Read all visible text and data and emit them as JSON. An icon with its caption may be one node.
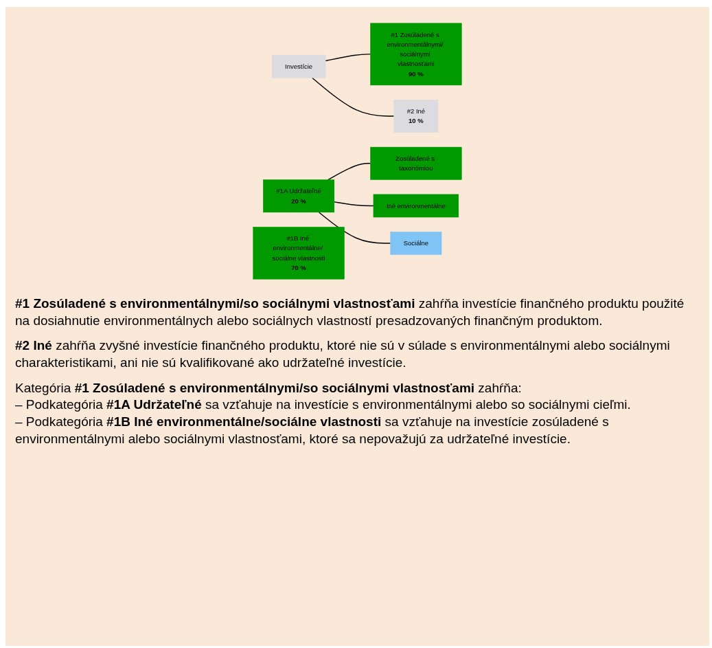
{
  "diagram": {
    "nodes": [
      {
        "text": [
          "Investície"
        ]
      },
      {
        "text": [
          "#1 Zosúladené s environmentálnymi/ sociálnymi vlastnosťami",
          "90 %"
        ]
      },
      {
        "text": [
          "#2 Iné",
          "10 %"
        ]
      },
      {
        "text": [
          "#1A Udržateľné",
          "20 %"
        ]
      },
      {
        "text": [
          "#1B Iné environmentálne/ sociálne vlastnosti",
          "70 %"
        ]
      },
      {
        "text": [
          "Zosúladené s taxonómiou"
        ]
      },
      {
        "text": [
          "Iné environmentálne"
        ]
      },
      {
        "text": [
          "Sociálne"
        ]
      }
    ],
    "edges": [
      {
        "from": 0,
        "to": 1,
        "arrow": "none"
      },
      {
        "from": 0,
        "to": 2,
        "arrow": "none"
      },
      {
        "from": 3,
        "to": 5,
        "arrow": "none"
      },
      {
        "from": 3,
        "to": 6,
        "arrow": "none"
      },
      {
        "from": 3,
        "to": 7,
        "arrow": "none"
      }
    ],
    "labels": [
      "**#1 Zosúladené s environmentálnymi/so sociálnymi vlastnosťami** zahŕňa investície finančného produktu použité na dosiahnutie environmentálnych alebo sociálnych vlastností presadzovaných finančným produktom.",
      "**#2 Iné** zahŕňa zvyšné investície finančného produktu, ktoré nie sú v súlade s environmentálnymi alebo sociálnymi charakteristikami, ani nie sú kvalifikované ako udržateľné investície.",
      "Kategória **#1 Zosúladené s environmentálnymi/so sociálnymi vlastnosťami** zahŕňa:",
      "– Podkategória **#1A Udržateľné** sa vzťahuje na investície s environmentálnymi alebo so sociálnymi cieľmi.",
      "– Podkategória **#1B Iné environmentálne/sociálne vlastnosti** sa vzťahuje na investície zosúladené s environmentálnymi alebo sociálnymi vlastnosťami, ktoré sa nepovažujú za udržateľné investície."
    ]
  }
}
